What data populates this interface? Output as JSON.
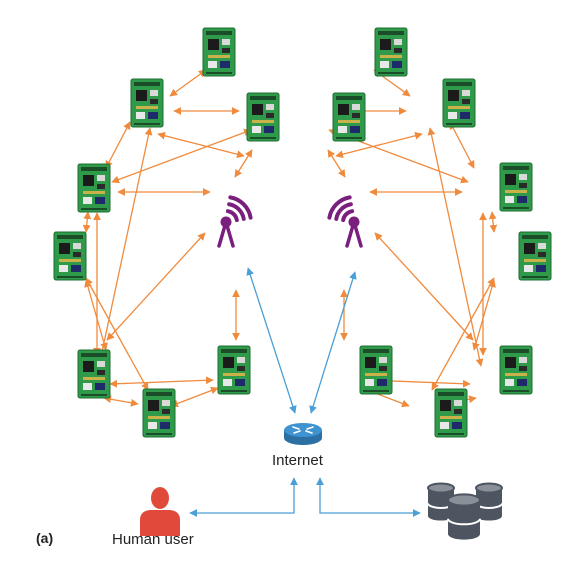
{
  "labels": {
    "internet": "Internet",
    "human_user": "Human user",
    "panel": "(a)"
  },
  "colors": {
    "board": "#2f9a4a",
    "board_dark": "#1f6e33",
    "antenna": "#7b1f7e",
    "orange_arrow": "#f08a3c",
    "blue_arrow": "#4a9fd6",
    "router": "#3f93d1",
    "human": "#e04a3a",
    "database": "#4d5560"
  },
  "icons": {
    "sensor_board": "sensor-board-icon",
    "antenna": "wireless-antenna-icon",
    "router": "router-icon",
    "human": "person-icon",
    "database": "database-icon"
  }
}
